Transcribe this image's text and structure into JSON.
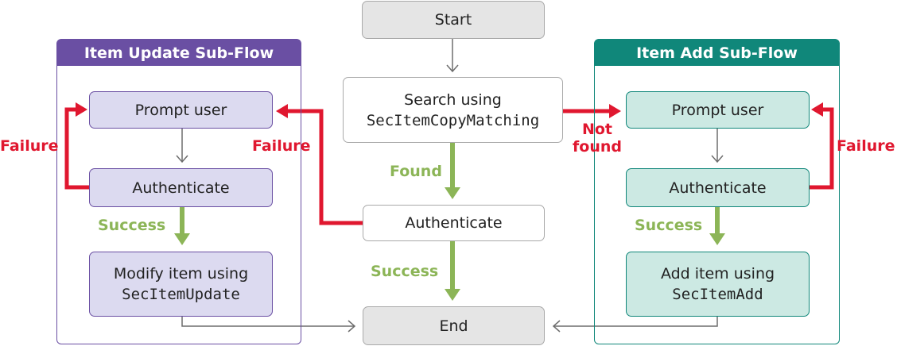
{
  "colors": {
    "update_accent": "#6a4fa3",
    "add_accent": "#10877a",
    "failure": "#e0172f",
    "success": "#8cb557",
    "neutral": "#a9a9a9"
  },
  "start": {
    "label": "Start"
  },
  "search": {
    "line1": "Search using",
    "code": "SecItemCopyMatching"
  },
  "center_authenticate": {
    "label": "Authenticate"
  },
  "end": {
    "label": "End"
  },
  "update_flow": {
    "title": "Item Update Sub-Flow",
    "prompt": "Prompt user",
    "authenticate": "Authenticate",
    "modify_line1": "Modify item using",
    "modify_code": "SecItemUpdate"
  },
  "add_flow": {
    "title": "Item Add Sub-Flow",
    "prompt": "Prompt user",
    "authenticate": "Authenticate",
    "add_line1": "Add item using",
    "add_code": "SecItemAdd"
  },
  "labels": {
    "found": "Found",
    "success": "Success",
    "failure": "Failure",
    "not_found_line1": "Not",
    "not_found_line2": "found"
  }
}
